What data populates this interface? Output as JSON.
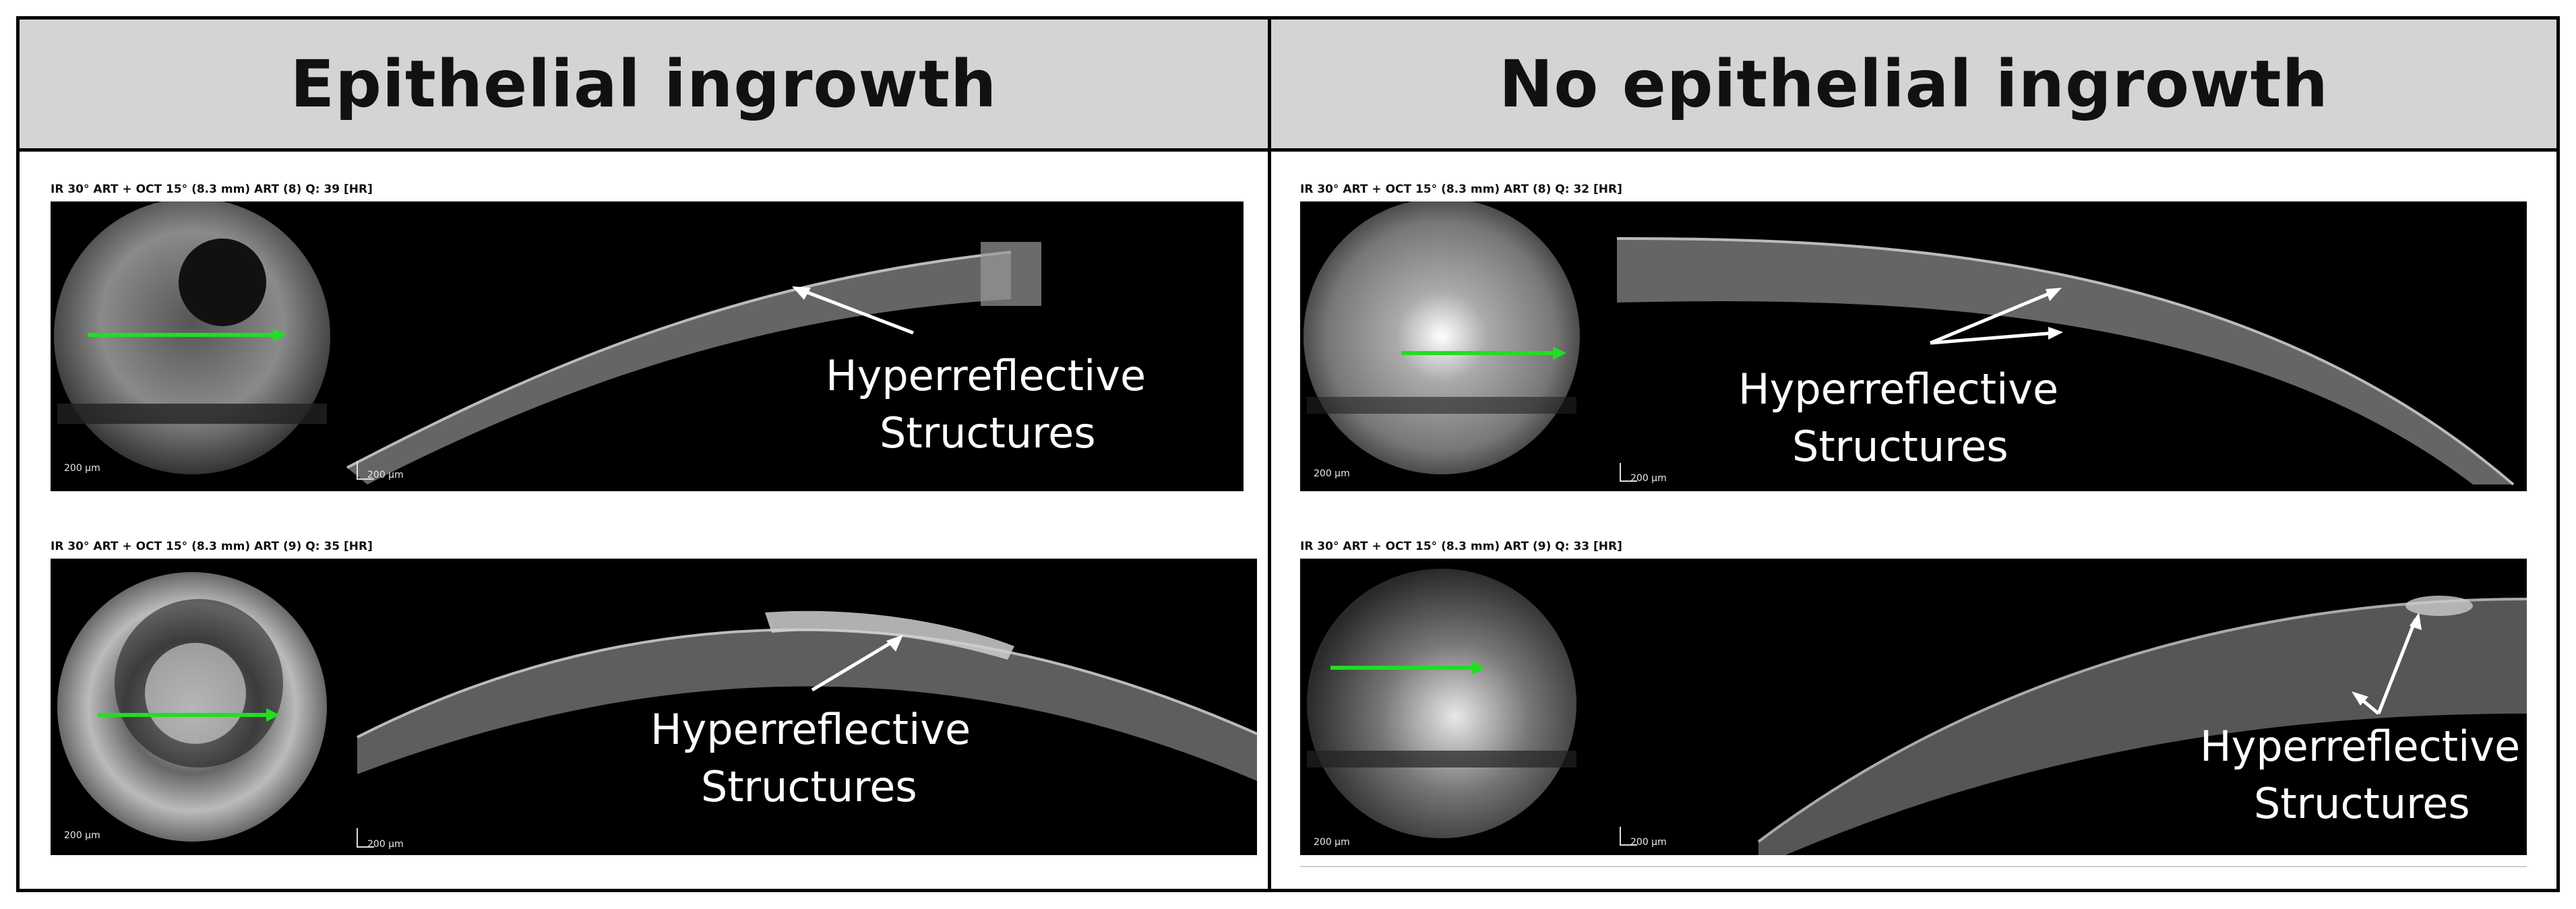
{
  "headers": {
    "left": "Epithelial ingrowth",
    "right": "No epithelial ingrowth"
  },
  "panels": [
    {
      "caption": "IR 30° ART + OCT 15° (8.3 mm) ART (8) Q: 39 [HR]",
      "scale_ir": "200 µm",
      "scale_oct": "200 µm",
      "annotation_line1": "Hyperreflective",
      "annotation_line2": "Structures"
    },
    {
      "caption": "IR 30° ART + OCT 15° (8.3 mm) ART (9) Q: 35 [HR]",
      "scale_ir": "200 µm",
      "scale_oct": "200 µm",
      "annotation_line1": "Hyperreflective",
      "annotation_line2": "Structures"
    },
    {
      "caption": "IR 30° ART + OCT 15° (8.3 mm) ART (8) Q: 32 [HR]",
      "scale_ir": "200 µm",
      "scale_oct": "200 µm",
      "annotation_line1": "Hyperreflective",
      "annotation_line2": "Structures"
    },
    {
      "caption": "IR 30° ART + OCT 15° (8.3 mm) ART (9) Q: 33 [HR]",
      "scale_ir": "200 µm",
      "scale_oct": "200 µm",
      "annotation_line1": "Hyperreflective",
      "annotation_line2": "Structures"
    }
  ],
  "colors": {
    "scan_line": "#22dd22",
    "annotation": "#ffffff",
    "header_bg": "#d4d4d4"
  }
}
